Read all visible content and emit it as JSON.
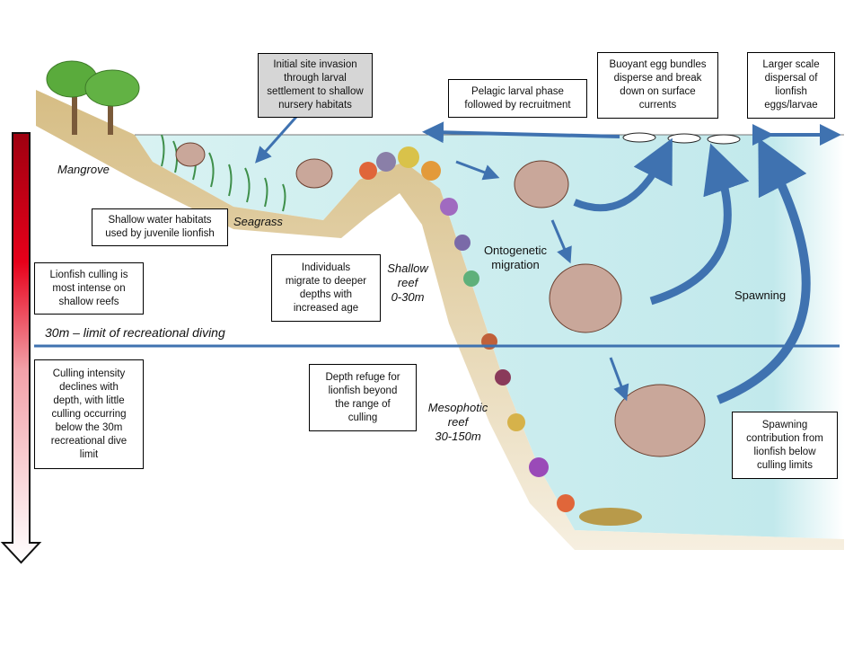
{
  "diagram": {
    "subject": "Lionfish life cycle and culling across depth zones",
    "colors": {
      "water": "#c9ecef",
      "sediment": "#d8c08a",
      "arrow_blue": "#3f72b0",
      "gradient_top": "#a80010",
      "gradient_mid": "#e8001a",
      "gradient_bottom": "#ffffff"
    },
    "boxes": {
      "initial_invasion": "Initial site invasion\nthrough larval\nsettlement to shallow\nnursery habitats",
      "pelagic_larval": "Pelagic larval phase\nfollowed by recruitment",
      "buoyant_egg": "Buoyant egg bundles\ndisperse and break\ndown  on surface\ncurrents",
      "larger_scale": "Larger scale\ndispersal of\nlionfish\neggs/larvae",
      "shallow_habitats": "Shallow water habitats\nused by juvenile lionfish",
      "culling_intense": "Lionfish culling is\nmost intense on\nshallow reefs",
      "culling_declines": "Culling intensity\ndeclines with\ndepth, with little\nculling occurring\nbelow the 30m\nrecreational dive\nlimit",
      "individuals_migrate": "Individuals\nmigrate to deeper\ndepths with\nincreased age",
      "depth_refuge": "Depth refuge for\nlionfish beyond\nthe range of\nculling",
      "spawning_contribution": "Spawning\ncontribution from\nlionfish below\nculling limits"
    },
    "labels": {
      "mangrove": "Mangrove",
      "seagrass": "Seagrass",
      "shallow_reef": "Shallow\nreef\n0-30m",
      "mesophotic_reef": "Mesophotic\nreef\n30-150m",
      "dive_limit": "30m – limit of recreational diving",
      "ontogenetic": "Ontogenetic\nmigration",
      "spawning": "Spawning"
    },
    "icons": [
      "mangrove-tree-icon",
      "lionfish-icon",
      "egg-bundle-icon",
      "coral-icon",
      "seagrass-icon",
      "gradient-depth-arrow-icon"
    ]
  }
}
